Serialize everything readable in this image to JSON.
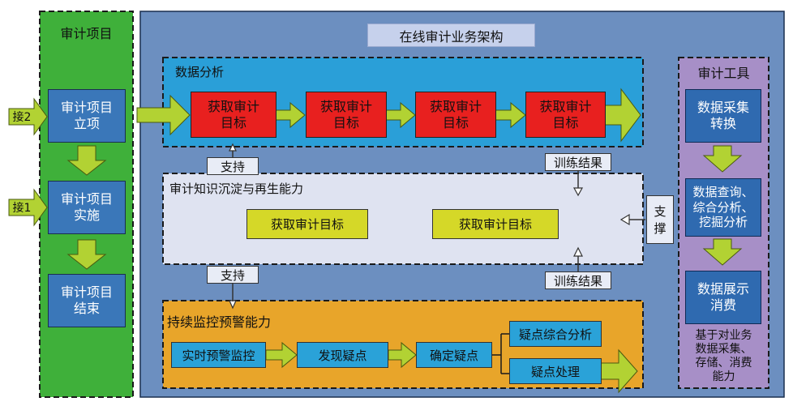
{
  "colors": {
    "left_panel_green": "#3fb03a",
    "main_blue": "#6c8fc0",
    "data_analysis_blue": "#2a9fd8",
    "red_box": "#e8201f",
    "yellow_box": "#d5d828",
    "orange_panel": "#e8a52a",
    "purple_panel": "#a78fc7",
    "arrow_green": "#b2d233"
  },
  "left": {
    "title": "审计项目",
    "items": [
      "审计项目\n立项",
      "审计项目\n实施",
      "审计项目\n结束"
    ],
    "inputs": [
      "接2",
      "接1"
    ]
  },
  "main": {
    "title": "在线审计业务架构",
    "analysis": {
      "title": "数据分析",
      "boxes": [
        "获取审计\n目标",
        "获取审计\n目标",
        "获取审计\n目标",
        "获取审计\n目标"
      ]
    },
    "support_top": "支持",
    "train_top": "训练结果",
    "knowledge": {
      "title": "审计知识沉淀与再生能力",
      "boxes": [
        "获取审计目标",
        "获取审计目标"
      ]
    },
    "support_bottom": "支持",
    "train_bottom": "训练结果",
    "support_right": "支\n撑",
    "monitor": {
      "title": "持续监控预警能力",
      "boxes": [
        "实时预警监控",
        "发现疑点",
        "确定疑点",
        "疑点综合分析",
        "疑点处理"
      ]
    }
  },
  "tools": {
    "title": "审计工具",
    "boxes": [
      "数据采集\n转换",
      "数据查询、\n综合分析、\n挖掘分析",
      "数据展示\n消费"
    ],
    "footer": "基于对业务\n数据采集、\n存储、消费\n能力"
  }
}
